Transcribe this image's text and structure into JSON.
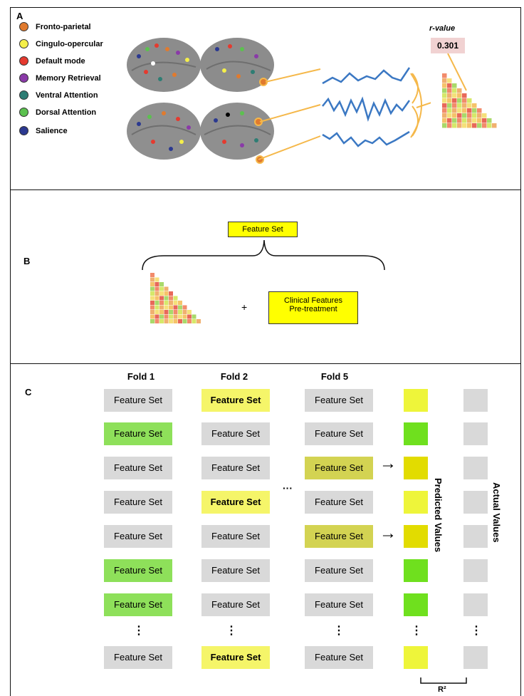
{
  "panel_a": {
    "label": "A",
    "legend": [
      {
        "label": "Fronto-parietal",
        "color": "#e07a2e"
      },
      {
        "label": "Cingulo-opercular",
        "color": "#f5ef4a"
      },
      {
        "label": "Default mode",
        "color": "#e53a2f"
      },
      {
        "label": "Memory Retrieval",
        "color": "#8a3aa8"
      },
      {
        "label": "Ventral Attention",
        "color": "#2e7d74"
      },
      {
        "label": "Dorsal Attention",
        "color": "#5cc14f"
      },
      {
        "label": "Salience",
        "color": "#2b3990"
      }
    ],
    "r_label": "r-value",
    "r_value": "0.301"
  },
  "panel_b": {
    "label": "B",
    "feature_set_label": "Feature Set",
    "plus": "+",
    "clinical_line1": "Clinical Features",
    "clinical_line2": "Pre-treatment"
  },
  "panel_c": {
    "label": "C",
    "folds": [
      "Fold 1",
      "Fold 2",
      "Fold 5"
    ],
    "cell_label": "Feature Set",
    "ellipsis": "···",
    "vdots": "⋮",
    "predicted_label": "Predicted Values",
    "actual_label": "Actual Values",
    "r2_label": "R²",
    "fold1_styles": [
      "grey",
      "green",
      "grey",
      "grey",
      "grey",
      "green",
      "green",
      "grey"
    ],
    "fold2_styles": [
      "yellow",
      "grey",
      "grey",
      "yellow",
      "grey",
      "grey",
      "grey",
      "yellow"
    ],
    "fold5_styles": [
      "grey",
      "grey",
      "olive",
      "grey",
      "olive",
      "grey",
      "grey",
      "grey"
    ],
    "predicted_colors": [
      "#eef53a",
      "#6fe01e",
      "#e2dc00",
      "#eef53a",
      "#e2dc00",
      "#6fe01e",
      "#6fe01e",
      "#eef53a"
    ],
    "colors": {
      "grey": "#d9d9d9",
      "green": "#8ee05a",
      "yellow": "#f5f569",
      "olive": "#d3d352"
    }
  }
}
